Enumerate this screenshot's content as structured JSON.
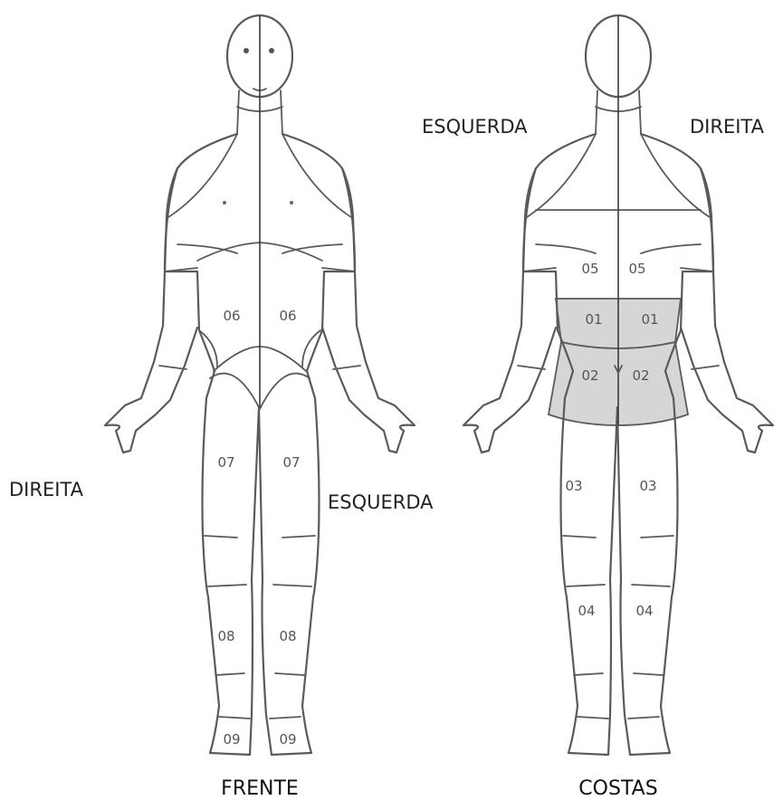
{
  "front": {
    "caption": "FRENTE",
    "side_right": "DIREITA",
    "side_left": "ESQUERDA",
    "regions": {
      "abdomen_r": "06",
      "abdomen_l": "06",
      "thigh_r": "07",
      "thigh_l": "07",
      "shin_r": "08",
      "shin_l": "08",
      "foot_r": "09",
      "foot_l": "09"
    }
  },
  "back": {
    "caption": "COSTAS",
    "side_left": "ESQUERDA",
    "side_right": "DIREITA",
    "regions": {
      "upper_back_l": "05",
      "upper_back_r": "05",
      "lower_back_l": "01",
      "lower_back_r": "01",
      "buttock_l": "02",
      "buttock_r": "02",
      "thigh_l": "03",
      "thigh_r": "03",
      "calf_l": "04",
      "calf_r": "04"
    },
    "highlight_color": "#d6d6d6"
  }
}
